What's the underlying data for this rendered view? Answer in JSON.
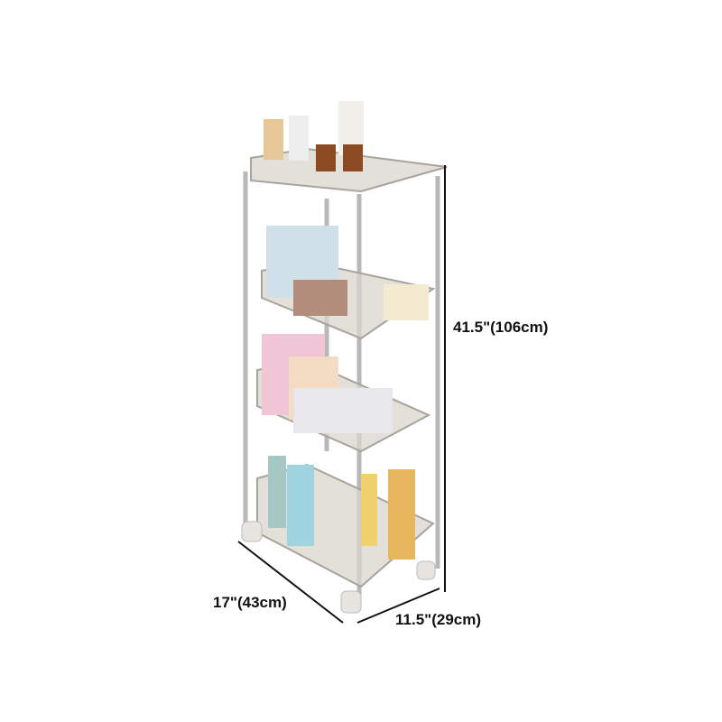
{
  "product": {
    "image": "four-tier-slim-rolling-storage-cart-with-cosmetics",
    "dimensions": {
      "height": "41.5\"(106cm)",
      "depth": "17\"(43cm)",
      "width": "11.5\"(29cm)"
    }
  },
  "colors": {
    "frame": "#b8b8b8",
    "shelf": "#d9d4cc",
    "line": "#111111"
  }
}
